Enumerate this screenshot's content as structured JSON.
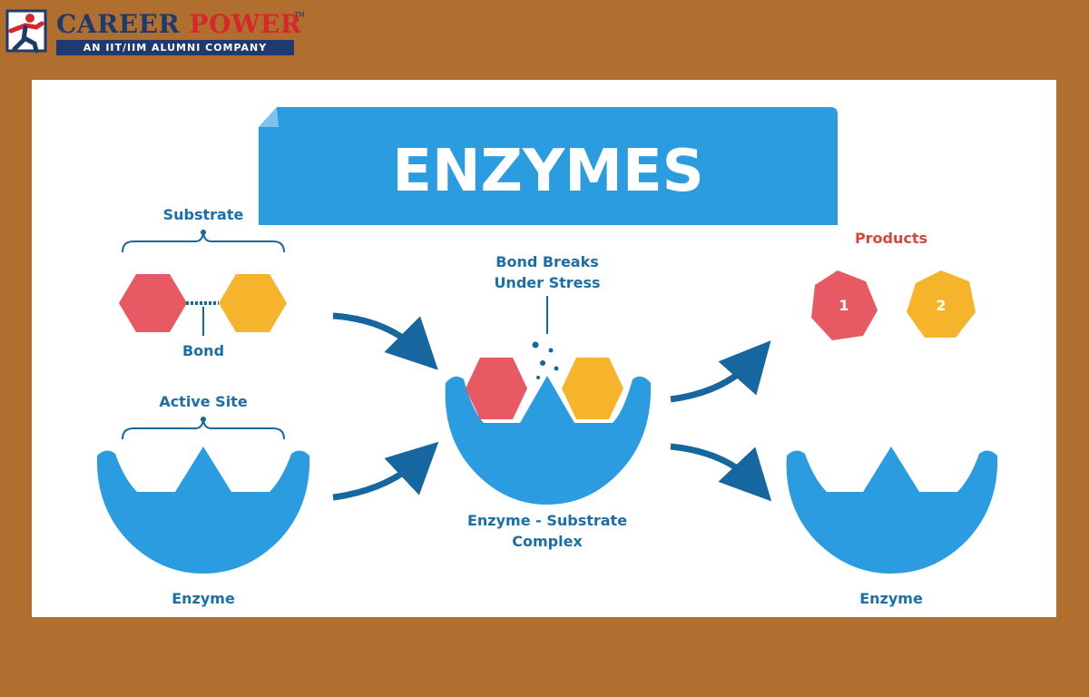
{
  "logo": {
    "name_part1": "CAREER",
    "name_part2": "POWER",
    "trademark": "TM",
    "tagline": "AN IIT/IIM ALUMNI COMPANY"
  },
  "diagram": {
    "title": "ENZYMES",
    "substrate_label": "Substrate",
    "bond_label": "Bond",
    "active_site_label": "Active Site",
    "enzyme_left_label": "Enzyme",
    "bond_breaks_line1": "Bond Breaks",
    "bond_breaks_line2": "Under Stress",
    "complex_line1": "Enzyme - Substrate",
    "complex_line2": "Complex",
    "products_label": "Products",
    "product_1": "1",
    "product_2": "2",
    "enzyme_right_label": "Enzyme",
    "colors": {
      "blue": "#2b9ce0",
      "blue_dark": "#16679f",
      "red": "#e85a63",
      "yellow": "#f6b42c",
      "title_text": "#ffffff",
      "label_blue": "#1b6fa8",
      "label_red": "#d8473d",
      "background": "#b06f2e"
    }
  }
}
